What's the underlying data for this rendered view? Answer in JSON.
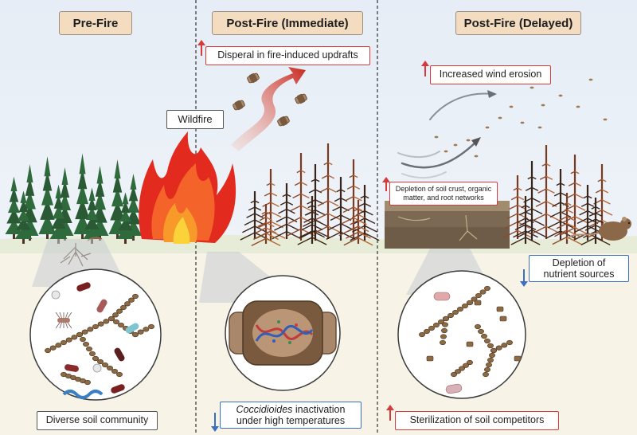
{
  "headers": {
    "pre_fire": "Pre-Fire",
    "post_fire_immediate": "Post-Fire (Immediate)",
    "post_fire_delayed": "Post-Fire (Delayed)"
  },
  "labels": {
    "wildfire": "Wildfire",
    "dispersal": "Disperal in fire-induced updrafts",
    "wind_erosion": "Increased wind erosion",
    "soil_crust_depletion": "Depletion of soil crust, organic matter, and root networks",
    "nutrient_depletion_line1": "Depletion of",
    "nutrient_depletion_line2": "nutrient sources",
    "diverse_soil": "Diverse soil community",
    "inactivation_italic": "Coccidioides",
    "inactivation_rest": " inactivation",
    "inactivation_line2": "under high temperatures",
    "sterilization": "Sterilization of soil competitors"
  },
  "icons": {
    "up_arrow": "increase-arrow-icon",
    "down_arrow": "decrease-arrow-icon"
  },
  "colors": {
    "sky": "#e9eff7",
    "ground": "#f7f3e6",
    "header_fill": "#f3dcbf",
    "increase": "#d63a3a",
    "decrease": "#3a6fc4",
    "conifer_green": "#2f6a3c",
    "burned_brown": "#7a3a22",
    "fungus_brown": "#8c6a44"
  }
}
